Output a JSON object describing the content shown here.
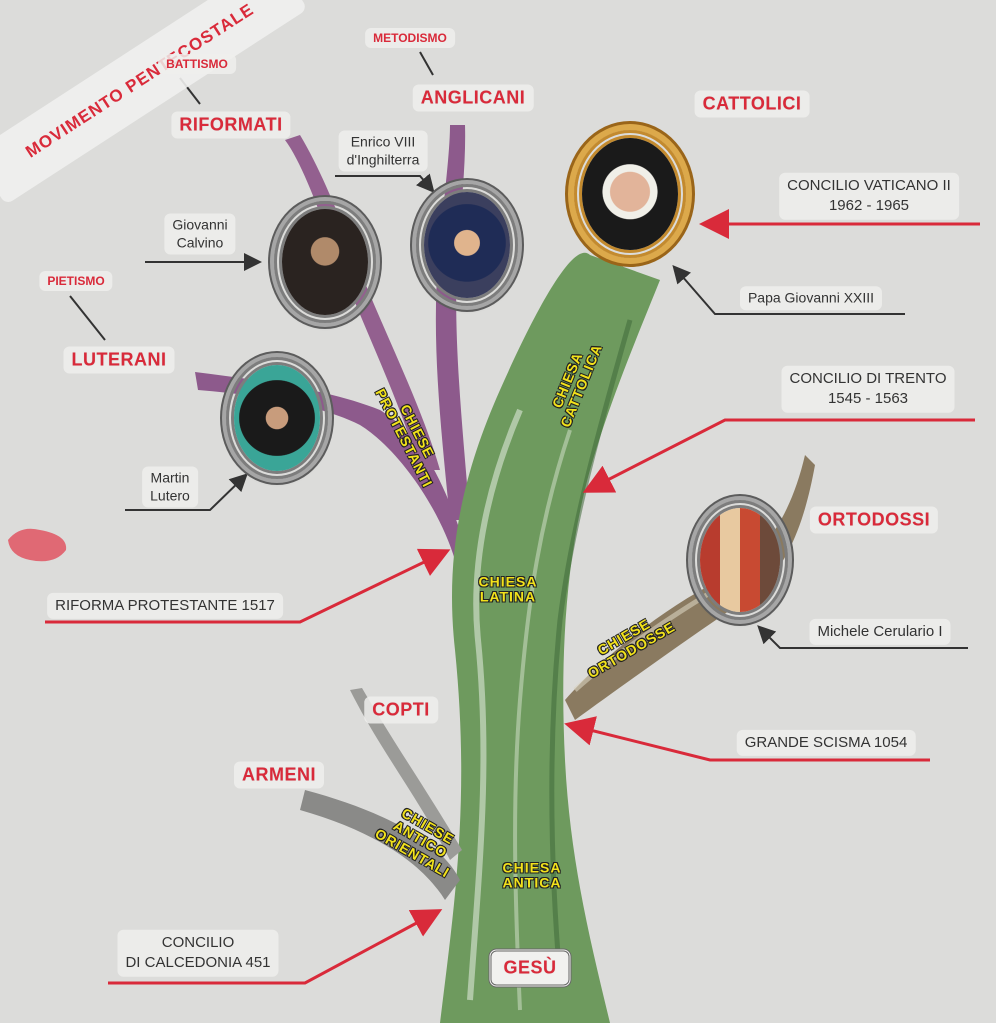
{
  "labels": {
    "pentecostale": "MOVIMENTO PENTECOSTALE",
    "battismo": "BATTISMO",
    "metodismo": "METODISMO",
    "anglicani": "ANGLICANI",
    "riformati": "RIFORMATI",
    "cattolici": "CATTOLICI",
    "pietismo": "PIETISMO",
    "luterani": "LUTERANI",
    "ortodossi": "ORTODOSSI",
    "copti": "COPTI",
    "armeni": "ARMENI",
    "gesu": "GESÙ"
  },
  "people": {
    "enrico": [
      "Enrico VIII",
      "d'Inghilterra"
    ],
    "calvino": [
      "Giovanni",
      "Calvino"
    ],
    "lutero": [
      "Martin",
      "Lutero"
    ],
    "papa": "Papa Giovanni XXIII",
    "cerulario": "Michele Cerulario I"
  },
  "events": {
    "vaticano": [
      "CONCILIO VATICANO II",
      "1962 - 1965"
    ],
    "trento": [
      "CONCILIO DI TRENTO",
      "1545 - 1563"
    ],
    "riforma": "RIFORMA PROTESTANTE 1517",
    "scisma": "GRANDE SCISMA 1054",
    "calcedonia": [
      "CONCILIO",
      "DI CALCEDONIA 451"
    ]
  },
  "branches": {
    "protestanti": [
      "CHIESE",
      "PROTESTANTI"
    ],
    "cattolica": [
      "CHIESA",
      "CATTOLICA"
    ],
    "latina": [
      "CHIESA",
      "LATINA"
    ],
    "ortodosse": [
      "CHIESE",
      "ORTODOSSE"
    ],
    "orientali": [
      "CHIESE",
      "ANTICO",
      "ORIENTALI"
    ],
    "antica": [
      "CHIESA",
      "ANTICA"
    ]
  },
  "colors": {
    "accent_red": "#d92a3a",
    "trunk_green": "#6e9a5e",
    "protestant_purple": "#8d5a8c",
    "orthodox_brown": "#8a7a60",
    "oriental_grey": "#8a8a88",
    "branch_label_yellow": "#f2e21b",
    "background": "#dcdcda"
  }
}
